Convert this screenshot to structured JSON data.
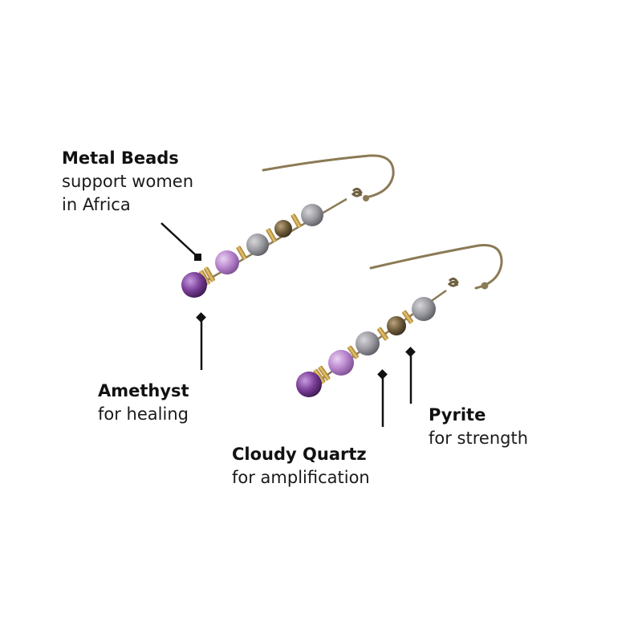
{
  "callouts": {
    "metal_beads": {
      "title": "Metal Beads",
      "line1": "support women",
      "line2": "in Africa"
    },
    "amethyst": {
      "title": "Amethyst",
      "desc": "for healing"
    },
    "cloudy_quartz": {
      "title": "Cloudy Quartz",
      "desc": "for amplification"
    },
    "pyrite": {
      "title": "Pyrite",
      "desc": "for strength"
    }
  },
  "colors": {
    "wire": "#8b7a55",
    "amethyst": "#7a3f98",
    "pink_amethyst": "#b784cc",
    "quartz": "#9a9aa0",
    "pyrite": "#6e5c3c",
    "gold_spacer": "#c9a14a",
    "pointer": "#111111"
  }
}
